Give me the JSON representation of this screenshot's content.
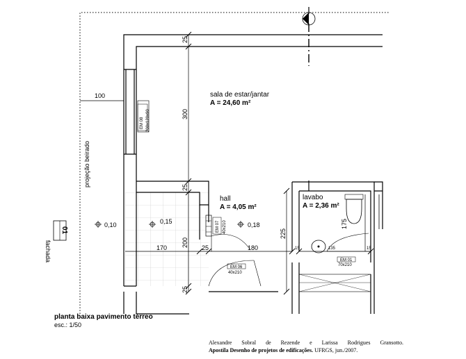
{
  "rooms": {
    "sala": {
      "name": "sala de estar/jantar",
      "area": "A = 24,60 m²"
    },
    "hall": {
      "name": "hall",
      "area": "A = 4,05 m²"
    },
    "lavabo": {
      "name": "lavabo",
      "area": "A = 2,36 m²"
    }
  },
  "dimensions": {
    "d100": "100",
    "d25_top": "25",
    "d300": "300",
    "d25_mid": "25",
    "d200": "200",
    "d25_low": "25",
    "d225": "225",
    "d170": "170",
    "d25_h": "25",
    "d180": "180",
    "d15_left": "15",
    "d135": "135",
    "d15_right": "15",
    "d175": "175"
  },
  "levels": {
    "l1": "0,10",
    "l2": "0,15",
    "l3": "0,18"
  },
  "openings": {
    "em08": "EM 08",
    "em08_size": "200x120x90",
    "em07": "EM 07",
    "em07_size": "40x210",
    "em06": "EM 06",
    "em06_size": "40x210",
    "em01": "EM 01",
    "em01_size": "70x210"
  },
  "annotations": {
    "beiral": "projeção beirado",
    "fachada": "fachada",
    "fachada_num": "01"
  },
  "title": {
    "main": "planta baixa pavimento térreo",
    "scale": "esc.: 1/50"
  },
  "credits": {
    "authors": "Alexandre Sobral de Rezende e Larissa Rodrigues Gransotto.",
    "book": "Apostila Desenho de projetos de edificações.",
    "source": "UFRGS, jun./2007."
  },
  "colors": {
    "line": "#000000",
    "tile": "#c8c8c8"
  }
}
